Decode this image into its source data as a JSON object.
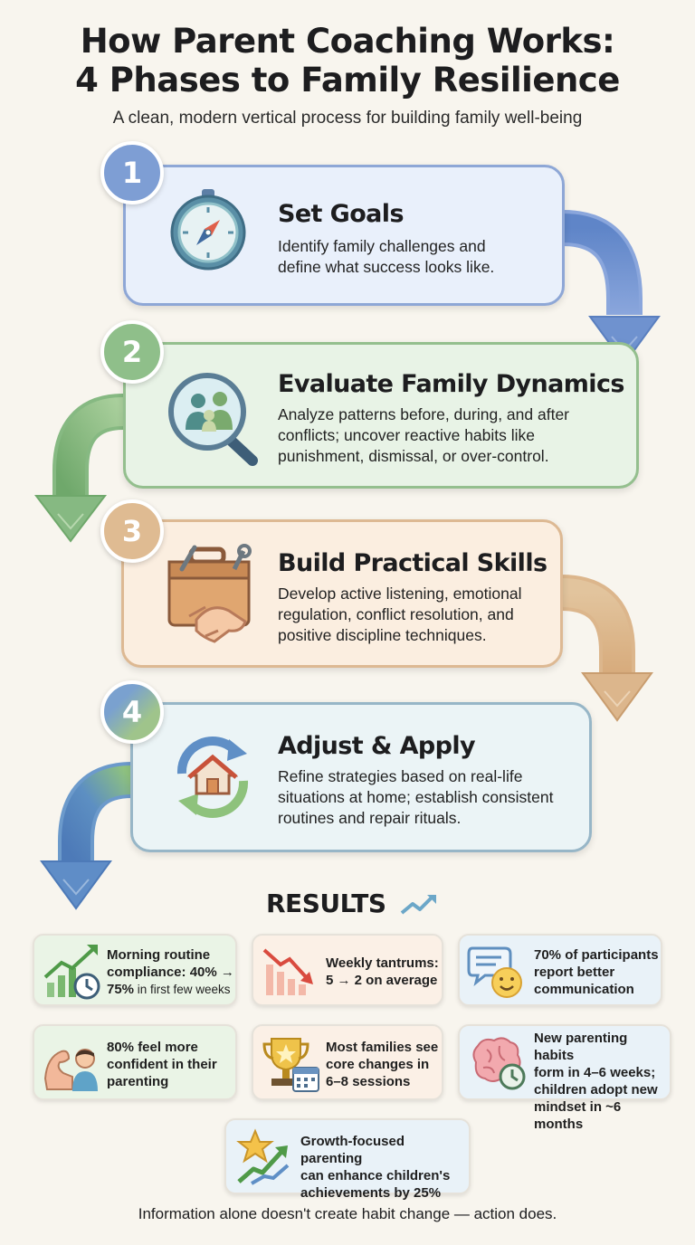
{
  "header": {
    "title_line1": "How Parent Coaching Works:",
    "title_line2": "4 Phases to Family Resilience",
    "subtitle": "A clean, modern vertical process for building family well-being"
  },
  "phases": [
    {
      "number": "1",
      "title": "Set Goals",
      "desc_lines": [
        "Identify family challenges and",
        "define what success looks like."
      ],
      "icon": "compass-icon",
      "color": "#7e9ed4"
    },
    {
      "number": "2",
      "title": "Evaluate Family Dynamics",
      "desc_lines": [
        "Analyze patterns before, during, and after",
        "conflicts; uncover reactive habits like",
        "punishment, dismissal, or over-control."
      ],
      "icon": "magnifier-family-icon",
      "color": "#8fbf8a"
    },
    {
      "number": "3",
      "title": "Build Practical Skills",
      "desc_lines": [
        "Develop active listening, emotional",
        "regulation, conflict resolution, and",
        "positive discipline techniques."
      ],
      "icon": "toolbox-handshake-icon",
      "color": "#dfbb92"
    },
    {
      "number": "4",
      "title": "Adjust & Apply",
      "desc_lines": [
        "Refine strategies based on real-life",
        "situations at home; establish consistent",
        "routines and repair rituals."
      ],
      "icon": "home-cycle-icon",
      "color": "#8fb4a8"
    }
  ],
  "results": {
    "title": "RESULTS",
    "cards": [
      {
        "lines": [
          "Morning routine",
          "compliance: 40% →",
          "75%"
        ],
        "suffix": " in first few weeks",
        "icon": "growth-chart-clock-icon"
      },
      {
        "lines": [
          "Weekly tantrums:",
          "5 → 2 on average"
        ],
        "icon": "declining-chart-icon"
      },
      {
        "lines": [
          "70% of participants",
          "report better",
          "communication"
        ],
        "icon": "chat-smile-icon"
      },
      {
        "lines": [
          "80% feel more",
          "confident in their",
          "parenting"
        ],
        "icon": "strong-person-icon"
      },
      {
        "lines": [
          "Most families see",
          "core changes in",
          "6–8 sessions"
        ],
        "icon": "trophy-calendar-icon"
      },
      {
        "lines": [
          "New parenting habits",
          "form in 4–6 weeks;",
          "children adopt new",
          "mindset in ~6 months"
        ],
        "icon": "brain-clock-icon"
      },
      {
        "lines": [
          "Growth-focused parenting",
          "can enhance children's",
          "achievements by 25%"
        ],
        "icon": "star-growth-icon"
      }
    ]
  },
  "footer": "Information alone doesn't create habit change — action does."
}
